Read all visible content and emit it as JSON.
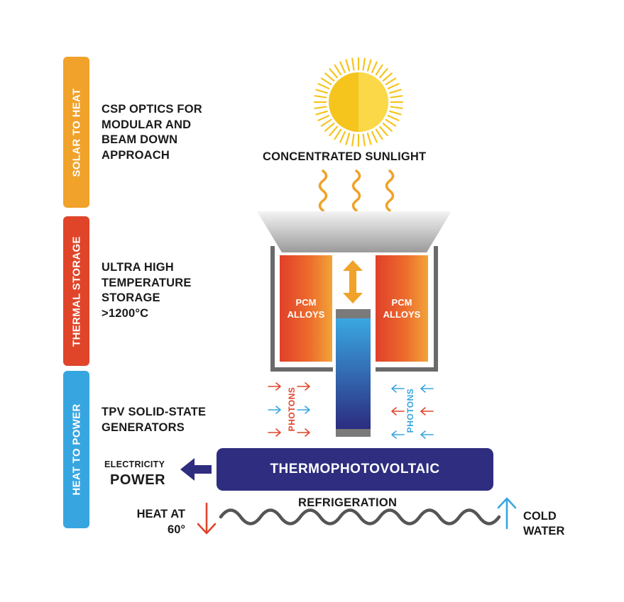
{
  "sidebar": [
    {
      "label": "SOLAR TO HEAT",
      "color": "#f0a22a"
    },
    {
      "label": "THERMAL STORAGE",
      "color": "#e0452a"
    },
    {
      "label": "HEAT TO POWER",
      "color": "#37a6e0"
    }
  ],
  "descriptions": {
    "solar": "CSP OPTICS FOR\nMODULAR AND\nBEAM DOWN\nAPPROACH",
    "thermal": "ULTRA HIGH\nTEMPERATURE\nSTORAGE\n>1200°C",
    "power": "TPV SOLID-STATE\nGENERATORS"
  },
  "diagram": {
    "sunlight_label": "CONCENTRATED SUNLIGHT",
    "pcm_left": "PCM\nALLOYS",
    "pcm_right": "PCM\nALLOYS",
    "photons_left": "PHOTONS",
    "photons_right": "PHOTONS",
    "tpv_label": "THERMOPHOTOVOLTAIC",
    "electricity_label": "ELECTRICITY",
    "power_label": "POWER",
    "refrigeration_label": "REFRIGERATION",
    "heat_label": "HEAT AT\n60°",
    "cold_water_label": "COLD\nWATER"
  },
  "colors": {
    "orange": "#f0a22a",
    "red": "#e0452a",
    "blue": "#37a6e0",
    "navy": "#2e2d7f",
    "sun": "#f5c51d",
    "grey": "#6a6a6a"
  }
}
